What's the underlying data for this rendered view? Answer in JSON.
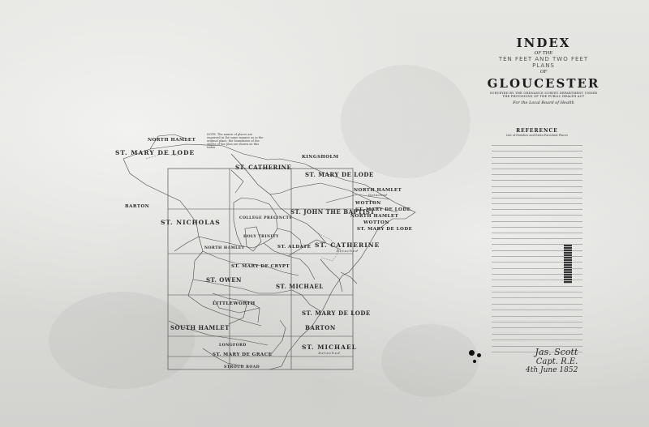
{
  "title": {
    "index": "INDEX",
    "of1": "OF THE",
    "plans": "TEN FEET AND TWO FEET PLANS",
    "of2": "OF",
    "city": "GLOUCESTER",
    "description": "SURVEYED BY THE ORDNANCE SURVEY DEPARTMENT UNDER THE PROVISIONS OF THE PUBLIC HEALTH ACT",
    "board": "For the Local Board of Health"
  },
  "reference": {
    "title": "REFERENCE",
    "subtitle": "List of Parishes and Extra-Parochial Places"
  },
  "map_labels": {
    "north_hamlet_top": "NORTH HAMLET",
    "mary_de_lode_nw": "ST. MARY DE LODE",
    "catherine_top": "ST. CATHERINE",
    "kingsholm": "KINGSHOLM",
    "mary_de_lode_ne": "ST. MARY DE LODE",
    "north_hamlet_right": "NORTH HAMLET",
    "wotton_1": "WOTTON",
    "mary_de_lode_detached": "ST. MARY DE LODE",
    "north_hamlet_detached": "NORTH HAMLET",
    "wotton_2": "WOTTON",
    "mary_de_lode_e": "ST. MARY DE LODE",
    "barton": "BARTON",
    "nicholas": "ST. NICHOLAS",
    "college_precincts": "COLLEGE PRECINCTS",
    "john_baptist": "ST. JOHN THE BAPTIST",
    "north_hamlet_centre": "NORTH HAMLET",
    "holy_trinity": "HOLY TRINITY",
    "aldate": "ST. ALDATE",
    "catherine_detached": "ST. CATHERINE",
    "mary_de_crypt": "ST. MARY DE CRYPT",
    "owen": "ST. OWEN",
    "michael": "ST. MICHAEL",
    "littleworth": "LITTLEWORTH",
    "mary_de_lode_se": "ST. MARY DE LODE",
    "south_hamlet": "SOUTH HAMLET",
    "barton_s": "BARTON",
    "michael_s": "ST. MICHAEL",
    "longford": "LONGFORD",
    "mary_de_grace": "ST. MARY DE GRACE",
    "stroud_road": "STROUD ROAD",
    "detached": "Detached"
  },
  "note_text": "NOTE. The names of places are engraved in the same manner as in the original plans; the boundaries of the sheets of the plan are shown on this Index.",
  "signature": {
    "line1": "Jas. Scott",
    "line2": "Capt. R.E.",
    "line3": "4th June 1852"
  },
  "colors": {
    "ink": "#2a2a2a",
    "paper": "#e2e2df"
  }
}
